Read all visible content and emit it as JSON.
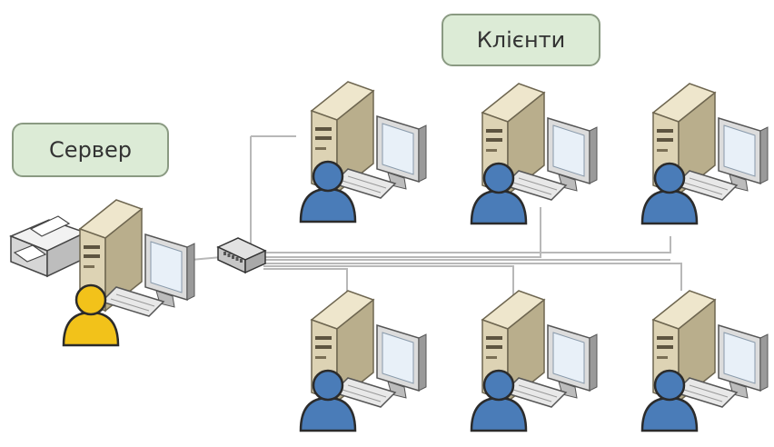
{
  "labels": {
    "server": "Сервер",
    "clients": "Клієнти"
  },
  "colors": {
    "label_fill": "#dcebd6",
    "label_border": "#8a9a82",
    "cable": "#b8b8b8",
    "tower": "#ddd3b4",
    "monitor_frame": "#dcdcdc",
    "screen": "#e8f0f8",
    "client_user": "#4a7cb8",
    "server_user": "#f2c21a"
  },
  "nodes": [
    {
      "id": "server",
      "role": "server",
      "icons": [
        "printer-icon",
        "computer-icon",
        "user-icon"
      ]
    },
    {
      "id": "client-1",
      "role": "client",
      "icons": [
        "computer-icon",
        "user-icon"
      ]
    },
    {
      "id": "client-2",
      "role": "client",
      "icons": [
        "computer-icon",
        "user-icon"
      ]
    },
    {
      "id": "client-3",
      "role": "client",
      "icons": [
        "computer-icon",
        "user-icon"
      ]
    },
    {
      "id": "client-4",
      "role": "client",
      "icons": [
        "computer-icon",
        "user-icon"
      ]
    },
    {
      "id": "client-5",
      "role": "client",
      "icons": [
        "computer-icon",
        "user-icon"
      ]
    },
    {
      "id": "client-6",
      "role": "client",
      "icons": [
        "computer-icon",
        "user-icon"
      ]
    }
  ],
  "hub": {
    "icon": "network-switch-icon"
  }
}
